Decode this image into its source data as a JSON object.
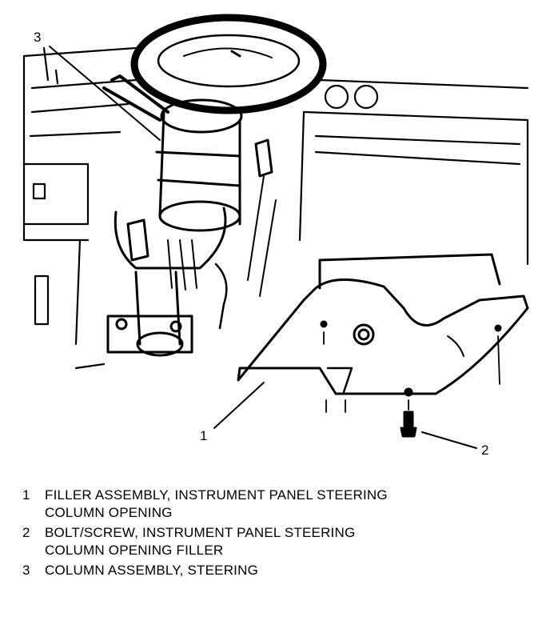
{
  "callouts": [
    {
      "id": "1",
      "label": "1"
    },
    {
      "id": "2",
      "label": "2"
    },
    {
      "id": "3",
      "label": "3"
    }
  ],
  "legend": [
    {
      "number": "1",
      "text": "FILLER ASSEMBLY, INSTRUMENT PANEL STEERING\nCOLUMN OPENING"
    },
    {
      "number": "2",
      "text": "BOLT/SCREW, INSTRUMENT PANEL STEERING\nCOLUMN OPENING FILLER"
    },
    {
      "number": "3",
      "text": "COLUMN ASSEMBLY, STEERING"
    }
  ],
  "icons": [
    "steering-wheel-icon",
    "steering-column-icon",
    "filler-panel-icon",
    "bolt-icon"
  ]
}
